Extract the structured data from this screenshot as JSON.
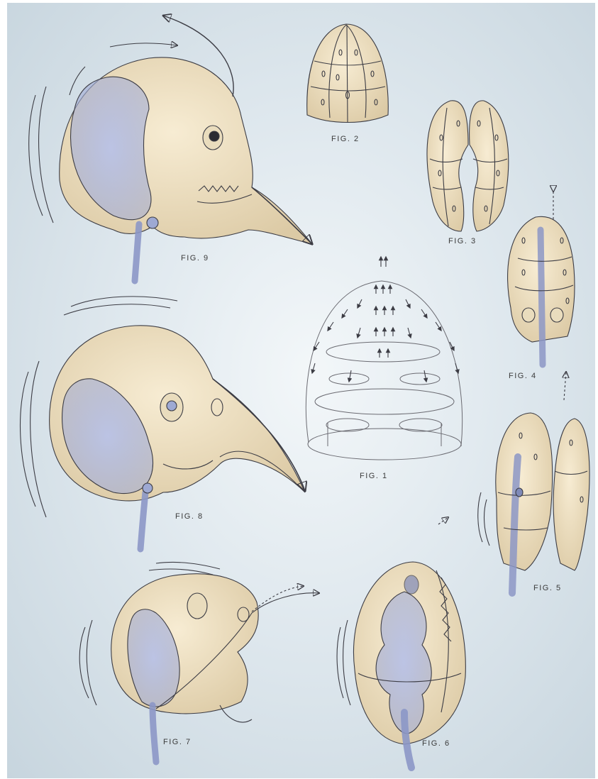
{
  "figures": [
    {
      "id": "fig1",
      "label": "FIG. 1",
      "subject": "bell-shaped wireframe with inward arrows"
    },
    {
      "id": "fig2",
      "label": "FIG. 2",
      "subject": "closed ribbed shell"
    },
    {
      "id": "fig3",
      "label": "FIG. 3",
      "subject": "shell splitting open"
    },
    {
      "id": "fig4",
      "label": "FIG. 4",
      "subject": "shell folding with tube"
    },
    {
      "id": "fig5",
      "label": "FIG. 5",
      "subject": "elongated folded shell"
    },
    {
      "id": "fig6",
      "label": "FIG. 6",
      "subject": "shell with bulbous core"
    },
    {
      "id": "fig7",
      "label": "FIG. 7",
      "subject": "early skull form"
    },
    {
      "id": "fig8",
      "label": "FIG. 8",
      "subject": "bird-like skull"
    },
    {
      "id": "fig9",
      "label": "FIG. 9",
      "subject": "beaked human-like skull"
    }
  ],
  "colors": {
    "bone": "#f2e3c2",
    "bone_shadow": "#d9c7a3",
    "blue_wash": "#a9b4d9",
    "ink": "#3c3c44",
    "background": "#dfe8ee"
  }
}
